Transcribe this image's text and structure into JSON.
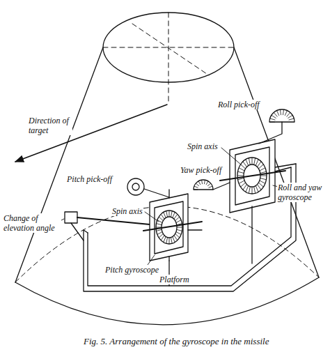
{
  "diagram": {
    "caption": "Fig. 5. Arrangement of the gyroscope in the missile",
    "labels": [
      "Direction of target",
      "Roll pick-off",
      "Pitch pick-off",
      "Spin axis",
      "Yaw pick-off",
      "Change of elevation angle",
      "Spin axis",
      "Roll and yaw gyroscope",
      "Pitch gyroscope",
      "Platform"
    ]
  }
}
